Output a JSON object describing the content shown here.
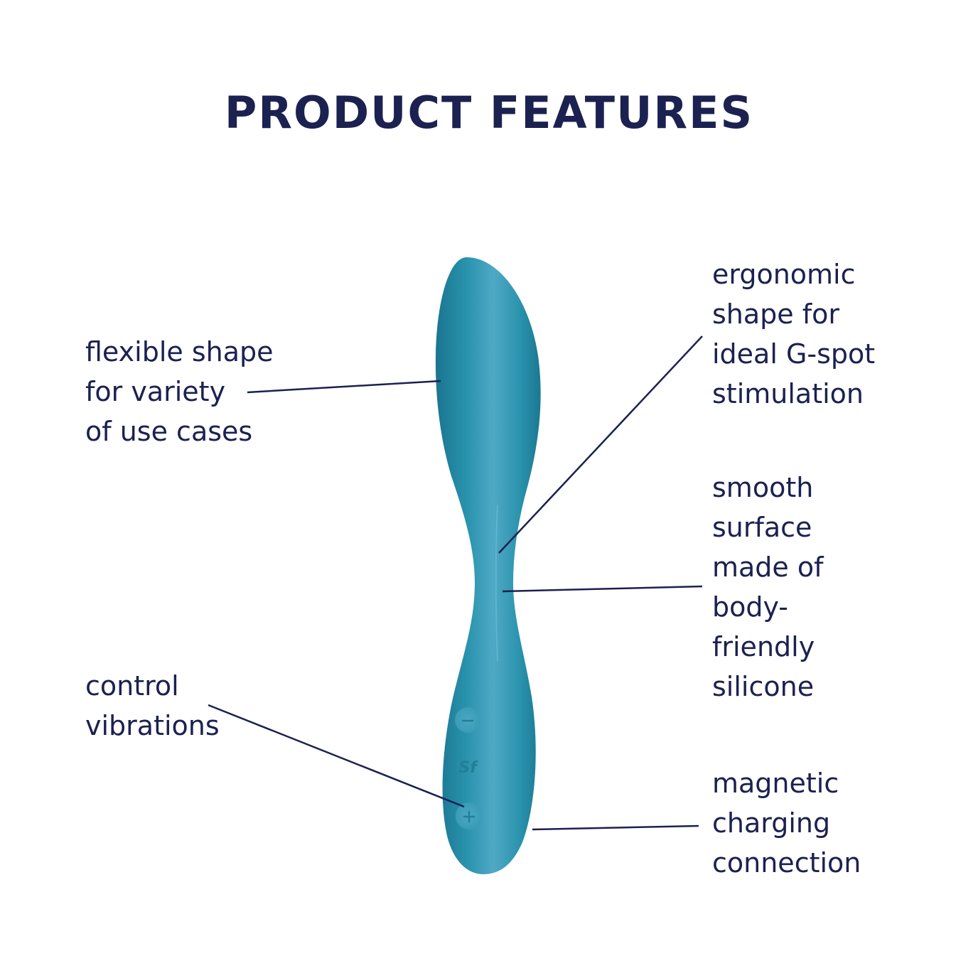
{
  "title": "PRODUCT FEATURES",
  "colors": {
    "text": "#1b2150",
    "product": "#2a93ad",
    "product_highlight": "#5fb4cf",
    "product_shadow": "#1a7590",
    "leader_line": "#1b2150",
    "background": "#ffffff"
  },
  "features": {
    "left": [
      {
        "lines": [
          "flexible shape",
          "for variety",
          "of use cases"
        ]
      },
      {
        "lines": [
          "control",
          "vibrations"
        ]
      }
    ],
    "right": [
      {
        "lines": [
          "ergonomic",
          "shape for",
          "ideal G-spot",
          "stimulation"
        ]
      },
      {
        "lines": [
          "smooth",
          "surface",
          "made of",
          "body-",
          "friendly",
          "silicone"
        ]
      },
      {
        "lines": [
          "magnetic",
          "charging",
          "connection"
        ]
      }
    ]
  },
  "product": {
    "buttons": {
      "minus": "−",
      "plus": "+"
    },
    "logo": "Sf"
  }
}
